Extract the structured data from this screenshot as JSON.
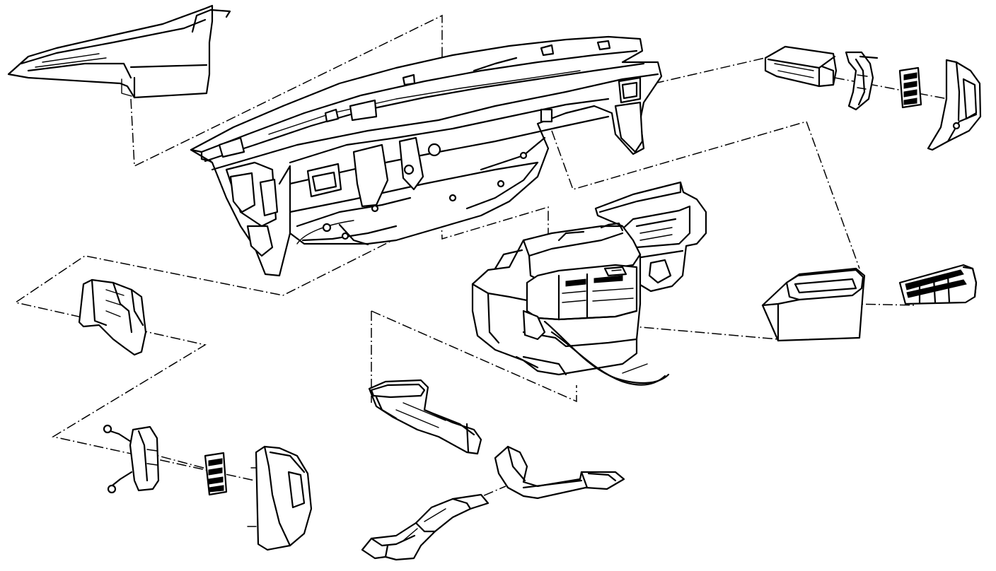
{
  "diagram": {
    "type": "exploded-assembly-line-drawing",
    "background": "#ffffff",
    "stroke_color": "#000000",
    "parts": [
      {
        "id": "dash-panel-reinforcement",
        "icon": "dashboard-frame"
      },
      {
        "id": "upper-defroster-duct",
        "icon": "duct"
      },
      {
        "id": "right-end-air-duct",
        "icon": "duct"
      },
      {
        "id": "right-vent-bracket",
        "icon": "bracket"
      },
      {
        "id": "right-vent-louver",
        "icon": "louver"
      },
      {
        "id": "right-vent-bezel",
        "icon": "bezel"
      },
      {
        "id": "heater-ac-module",
        "icon": "hvac-unit"
      },
      {
        "id": "blower-housing",
        "icon": "blower"
      },
      {
        "id": "center-outlet-duct",
        "icon": "duct"
      },
      {
        "id": "center-vent-grille",
        "icon": "grille"
      },
      {
        "id": "left-side-duct",
        "icon": "duct"
      },
      {
        "id": "left-vent-bracket",
        "icon": "bracket"
      },
      {
        "id": "left-vent-louver",
        "icon": "louver"
      },
      {
        "id": "left-vent-bezel",
        "icon": "bezel"
      },
      {
        "id": "floor-duct-upper",
        "icon": "duct"
      },
      {
        "id": "floor-duct-lower",
        "icon": "duct"
      },
      {
        "id": "rear-floor-duct",
        "icon": "duct"
      }
    ]
  }
}
